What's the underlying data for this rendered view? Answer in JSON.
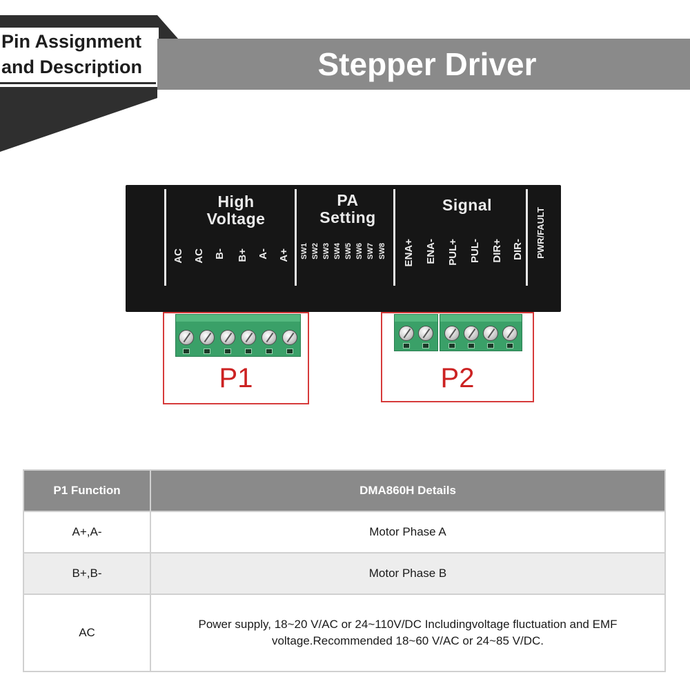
{
  "header": {
    "section_line1": "Pin Assignment",
    "section_line2": "and Description",
    "title": "Stepper Driver"
  },
  "panel": {
    "groups": {
      "high_voltage": "High\nVoltage",
      "pa_setting": "PA\nSetting",
      "signal": "Signal",
      "status": "PWR/FAULT"
    },
    "high_voltage_pins": [
      "AC",
      "AC",
      "B-",
      "B+",
      "A-",
      "A+"
    ],
    "switches": [
      "SW1",
      "SW2",
      "SW3",
      "SW4",
      "SW5",
      "SW6",
      "SW7",
      "SW8"
    ],
    "signal_pins": [
      "ENA+",
      "ENA-",
      "PUL+",
      "PUL-",
      "DIR+",
      "DIR-"
    ]
  },
  "connectors": {
    "p1_label": "P1",
    "p2_label": "P2"
  },
  "table": {
    "headers": [
      "P1 Function",
      "DMA860H Details"
    ],
    "rows": [
      {
        "function": "A+,A-",
        "details": "Motor Phase A"
      },
      {
        "function": "B+,B-",
        "details": "Motor Phase B"
      },
      {
        "function": "AC",
        "details": "Power supply, 18~20 V/AC or 24~110V/DC Includingvoltage fluctuation and EMF voltage.Recommended 18~60 V/AC or 24~85 V/DC."
      }
    ]
  },
  "colors": {
    "header_bar": "#8a8a8a",
    "header_dark": "#2f2f2f",
    "terminal_green": "#3aa068",
    "highlight_red": "#d63a3a"
  }
}
